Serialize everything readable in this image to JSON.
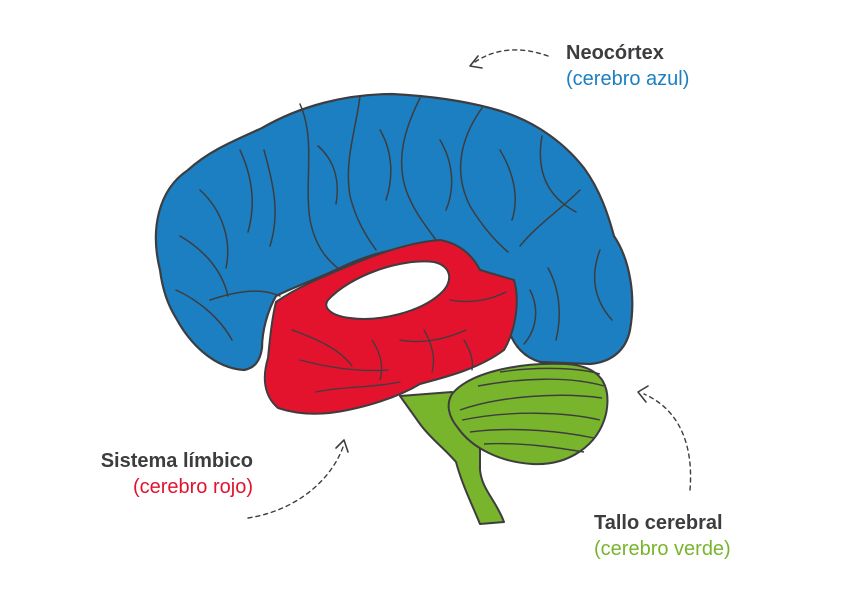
{
  "labels": {
    "neocortex": {
      "title": "Neocórtex",
      "subtitle": "(cerebro azul)"
    },
    "limbic": {
      "title": "Sistema límbico",
      "subtitle": "(cerebro rojo)"
    },
    "stem": {
      "title": "Tallo cerebral",
      "subtitle": "(cerebro verde)"
    }
  },
  "colors": {
    "neocortex": "#1b7fc1",
    "limbic": "#e3132e",
    "stem": "#78b52c",
    "outline": "#3d3d40",
    "title_text": "#3d3d40"
  }
}
